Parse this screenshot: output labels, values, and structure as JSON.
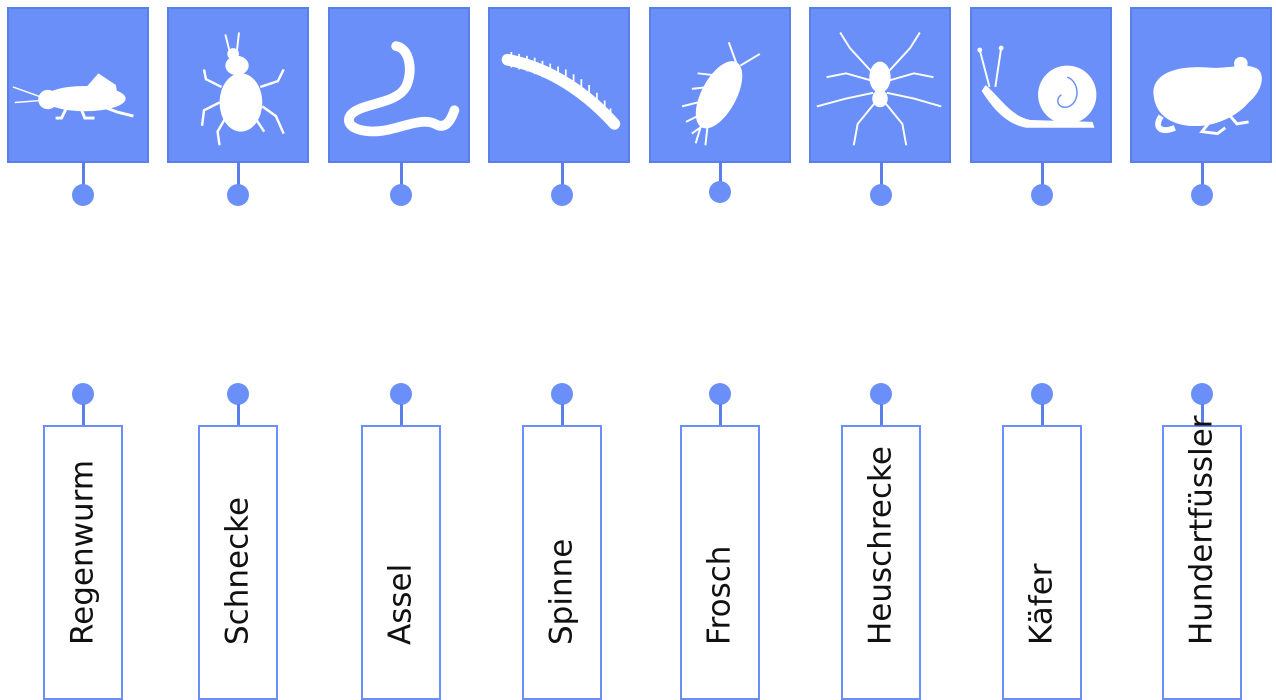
{
  "theme": {
    "accent": "#6b8ff8",
    "border": "#5b7fe8",
    "text": "#111111"
  },
  "animals": [
    {
      "icon": "cricket-icon"
    },
    {
      "icon": "beetle-icon"
    },
    {
      "icon": "worm-icon"
    },
    {
      "icon": "millipede-icon"
    },
    {
      "icon": "woodlouse-icon"
    },
    {
      "icon": "spider-icon"
    },
    {
      "icon": "snail-icon"
    },
    {
      "icon": "frog-icon"
    }
  ],
  "labels": [
    "Regenwurm",
    "Schnecke",
    "Assel",
    "Spinne",
    "Frosch",
    "Heuschrecke",
    "Käfer",
    "Hundertfüssler"
  ]
}
